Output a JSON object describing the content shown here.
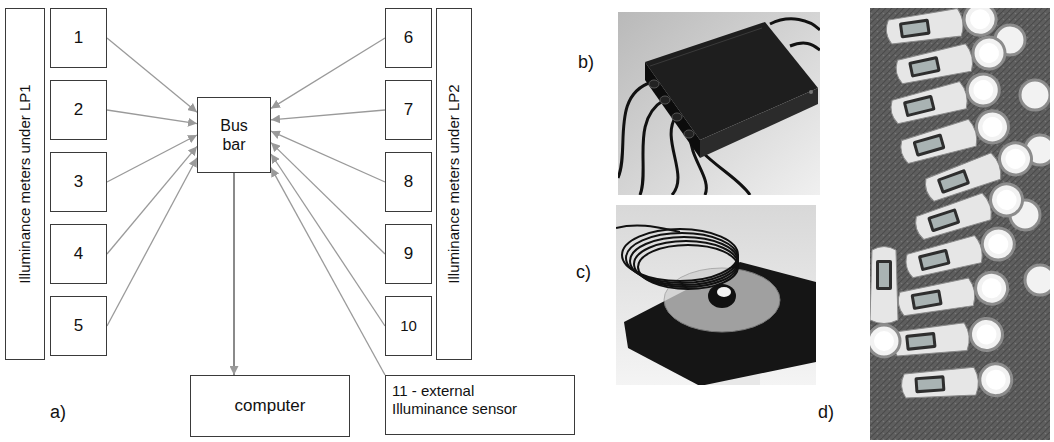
{
  "diagram": {
    "nodes": [
      {
        "text": [
          "Illuminance meters under LP1"
        ]
      },
      {
        "text": [
          "1"
        ]
      },
      {
        "text": [
          "2"
        ]
      },
      {
        "text": [
          "3"
        ]
      },
      {
        "text": [
          "4"
        ]
      },
      {
        "text": [
          "5"
        ]
      },
      {
        "text": [
          "Bus bar"
        ]
      },
      {
        "text": [
          "6"
        ]
      },
      {
        "text": [
          "7"
        ]
      },
      {
        "text": [
          "8"
        ]
      },
      {
        "text": [
          "9"
        ]
      },
      {
        "text": [
          "10"
        ]
      },
      {
        "text": [
          "Illuminance meters under LP2"
        ]
      },
      {
        "text": [
          "computer"
        ]
      },
      {
        "text": [
          "11 - external Illuminance sensor"
        ]
      }
    ],
    "edges": [
      {
        "from": 1,
        "to": 6,
        "arrow": "to"
      },
      {
        "from": 2,
        "to": 6,
        "arrow": "to"
      },
      {
        "from": 3,
        "to": 6,
        "arrow": "to"
      },
      {
        "from": 4,
        "to": 6,
        "arrow": "to"
      },
      {
        "from": 5,
        "to": 6,
        "arrow": "to"
      },
      {
        "from": 7,
        "to": 6,
        "arrow": "to"
      },
      {
        "from": 8,
        "to": 6,
        "arrow": "to"
      },
      {
        "from": 9,
        "to": 6,
        "arrow": "to"
      },
      {
        "from": 10,
        "to": 6,
        "arrow": "to"
      },
      {
        "from": 11,
        "to": 6,
        "arrow": "to"
      },
      {
        "from": 14,
        "to": 6,
        "arrow": "to"
      },
      {
        "from": 6,
        "to": 13,
        "arrow": "to"
      }
    ],
    "labels": [
      "a)",
      "b)",
      "c)",
      "d)"
    ]
  }
}
